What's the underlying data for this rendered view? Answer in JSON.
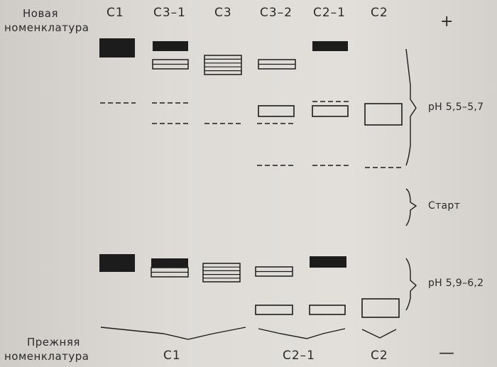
{
  "header": {
    "new_nomenclature_line1": "Новая",
    "new_nomenclature_line2": "номенклатура",
    "plus_sign": "+"
  },
  "columns": [
    "C1",
    "C3–1",
    "C3",
    "C3–2",
    "C2–1",
    "C2"
  ],
  "zones": {
    "upper_range": "pH 5,5–5,7",
    "start": "Старт",
    "lower_range": "pH 5,9–6,2"
  },
  "footer": {
    "old_nomenclature_line1": "Прежняя",
    "old_nomenclature_line2": "номенклатура",
    "groups": [
      "C1",
      "C2–1",
      "C2"
    ],
    "minus_sign": "—"
  },
  "band_legend": {
    "solid": "filled black band",
    "striped": "horizontally striped band",
    "open": "open rectangle band",
    "dashed": "faint dashed band"
  },
  "colors": {
    "ink": "#1c1c1c",
    "paper": "#dcd9d5"
  }
}
